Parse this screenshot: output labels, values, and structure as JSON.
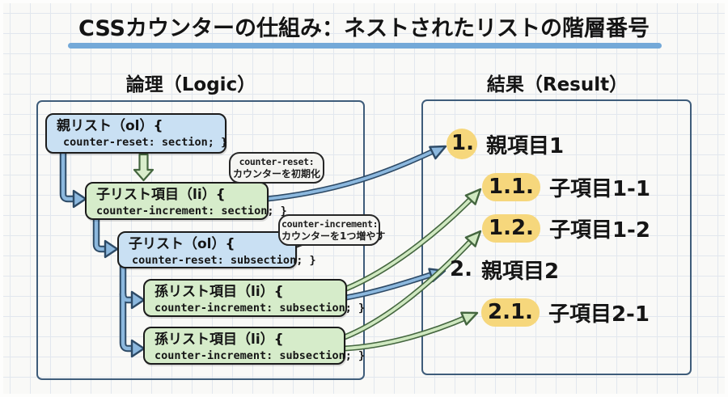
{
  "title": "CSSカウンターの仕組み：ネストされたリストの階層番号",
  "sections": {
    "logic_label": "論理（Logic）",
    "result_label": "結果（Result）"
  },
  "logic": {
    "boxes": [
      {
        "name": "parent-list",
        "style": "blue",
        "line1": "親リスト（ol）{",
        "line2": "counter-reset: section; }"
      },
      {
        "name": "child-list-item",
        "style": "green",
        "line1": "子リスト項目（li）{",
        "line2": "counter-increment: section; }"
      },
      {
        "name": "child-list",
        "style": "blue",
        "line1": "子リスト（ol）{",
        "line2": "counter-reset: subsection; }"
      },
      {
        "name": "grandchild-list-item-1",
        "style": "green",
        "line1": "孫リスト項目（li）{",
        "line2": "counter-increment: subsection; }"
      },
      {
        "name": "grandchild-list-item-2",
        "style": "green",
        "line1": "孫リスト項目（li）{",
        "line2": "counter-increment: subsection; }"
      }
    ],
    "callouts": [
      {
        "line1": "counter-reset:",
        "line2": "カウンターを初期化"
      },
      {
        "line1": "counter-increment:",
        "line2": "カウンターを1つ増やす"
      }
    ]
  },
  "result": {
    "items": [
      {
        "number": "1.",
        "label": "親項目1",
        "highlighted": true
      },
      {
        "number": "1.1.",
        "label": "子項目1-1",
        "highlighted": true
      },
      {
        "number": "1.2.",
        "label": "子項目1-2",
        "highlighted": true
      },
      {
        "number": "2.",
        "label": "親項目2",
        "highlighted": false
      },
      {
        "number": "2.1.",
        "label": "子項目2-1",
        "highlighted": true
      }
    ]
  },
  "colors": {
    "underline_accent": "#74a9d8",
    "box_blue": "#c9e0f3",
    "box_green": "#d6ecca",
    "arrow_blue_fill": "#8cb8de",
    "arrow_blue_outline": "#2d4a66",
    "arrow_green_fill": "#cfe8c0",
    "arrow_green_outline": "#44663f",
    "highlight_yellow": "#f6d77c",
    "panel_border": "#3e5c7a"
  }
}
